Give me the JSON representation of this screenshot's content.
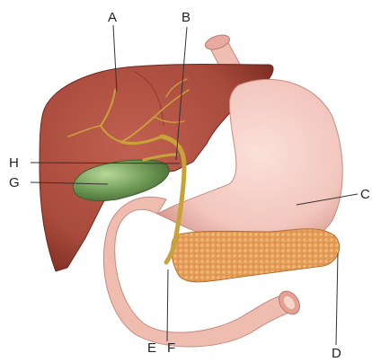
{
  "labels": {
    "a": "A",
    "b": "B",
    "c": "C",
    "d": "D",
    "e": "E",
    "f": "F",
    "g": "G",
    "h": "H"
  },
  "colors": {
    "liver": "#a84a3c",
    "liver_dark": "#7e2e24",
    "ducts": "#c9a33a",
    "gallbladder": "#6f9a55",
    "stomach": "#f2c6bd",
    "stomach_shade": "#d89a8f",
    "pancreas": "#e39a55",
    "duodenum": "#efbcb0",
    "leader_line": "#333333"
  }
}
